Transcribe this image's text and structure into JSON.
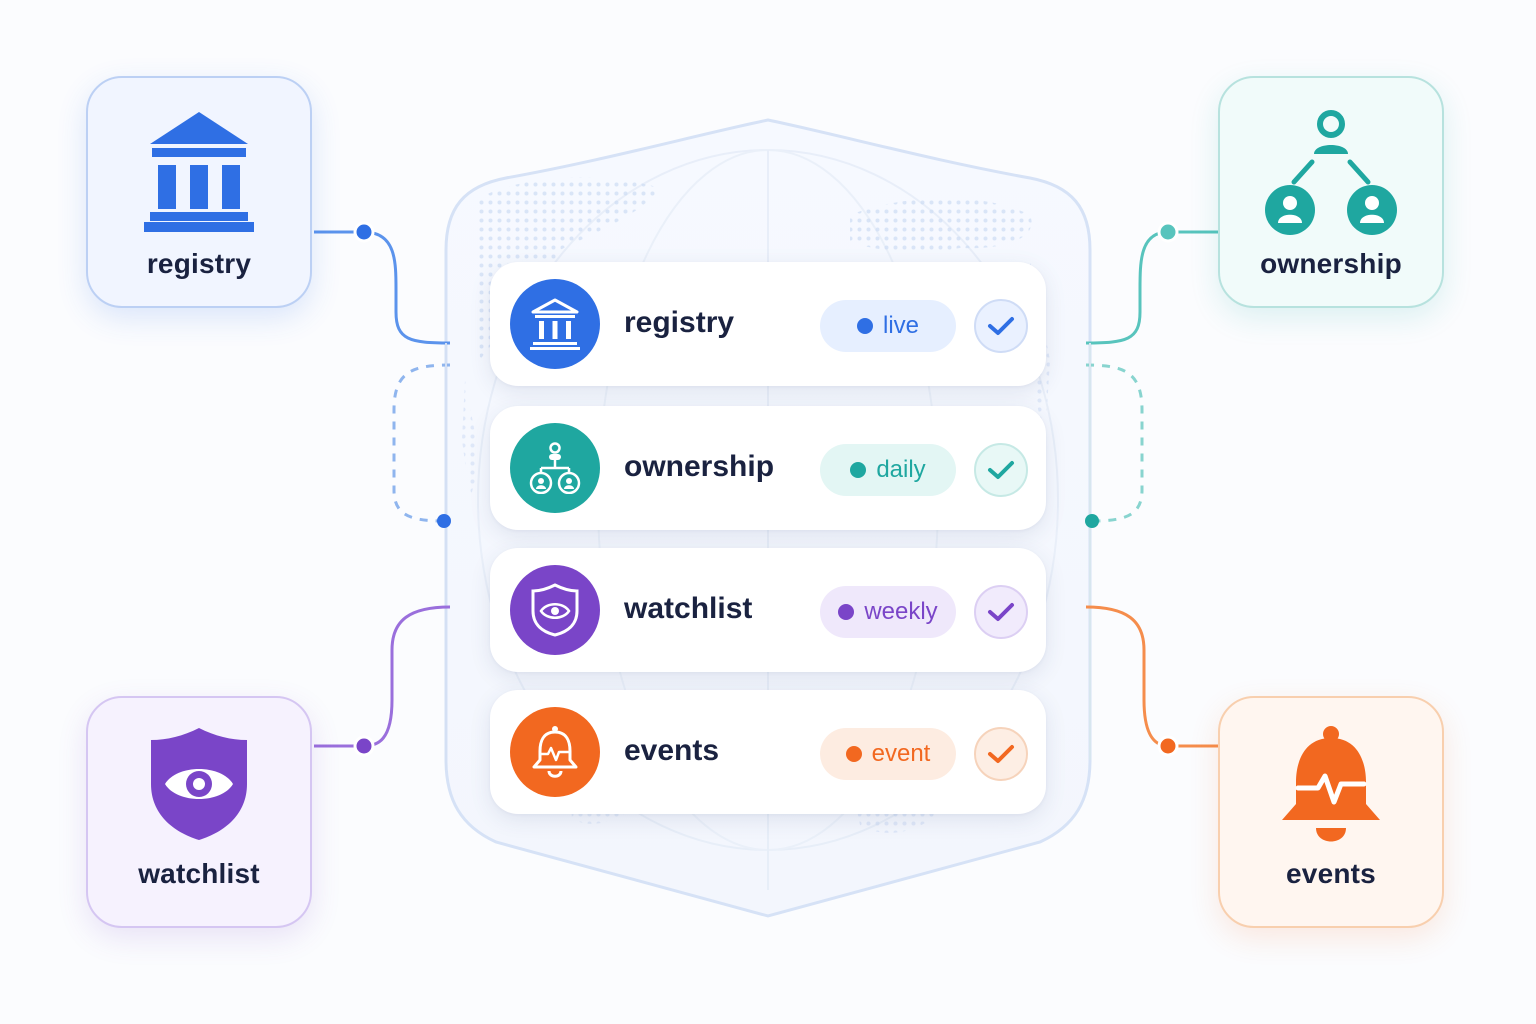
{
  "colors": {
    "registry": "#2f6fe4",
    "ownership": "#1fa7a0",
    "watchlist": "#7a45c8",
    "events": "#f26820"
  },
  "source_cards": [
    {
      "label": "registry",
      "icon": "bank-building-icon"
    },
    {
      "label": "ownership",
      "icon": "org-hierarchy-icon"
    },
    {
      "label": "watchlist",
      "icon": "shield-eye-icon"
    },
    {
      "label": "events",
      "icon": "bell-pulse-icon"
    }
  ],
  "feeds": [
    {
      "label": "registry",
      "status": "live",
      "icon": "bank-building-icon",
      "checked": true
    },
    {
      "label": "ownership",
      "status": "daily",
      "icon": "org-hierarchy-icon",
      "checked": true
    },
    {
      "label": "watchlist",
      "status": "weekly",
      "icon": "shield-eye-icon",
      "checked": true
    },
    {
      "label": "events",
      "status": "event",
      "icon": "bell-pulse-icon",
      "checked": true
    }
  ]
}
